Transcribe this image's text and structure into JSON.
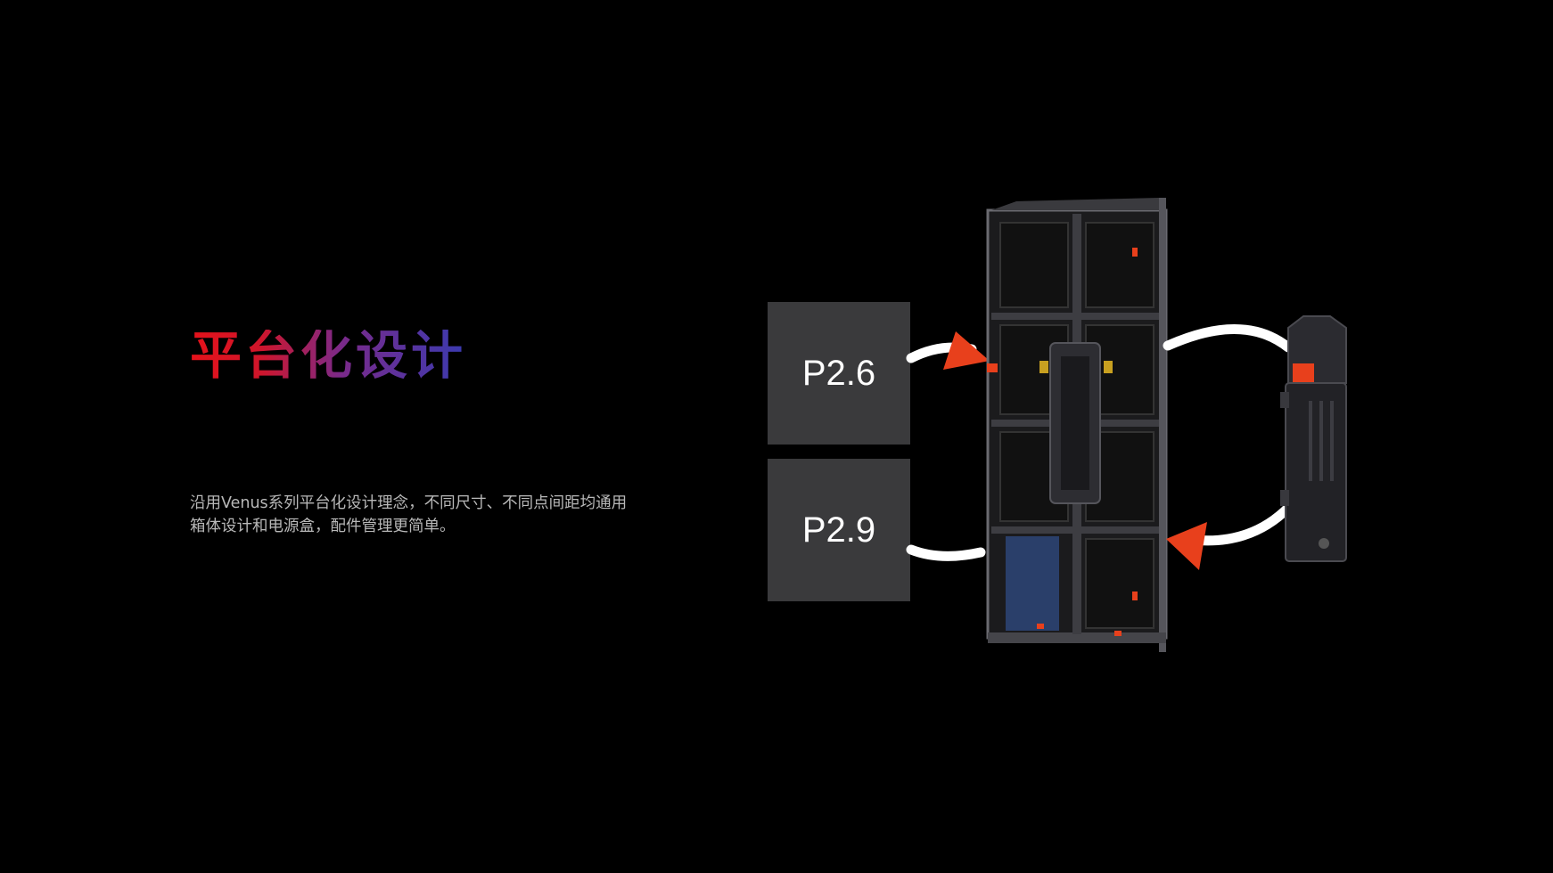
{
  "headline": "平台化设计",
  "description": {
    "line1": "沿用Venus系列平台化设计理念，不同尺寸、不同点间距均通用",
    "line2": "箱体设计和电源盒，配件管理更简单。"
  },
  "modules": [
    {
      "label": "P2.6"
    },
    {
      "label": "P2.9"
    }
  ],
  "colors": {
    "background": "#000000",
    "accent_arrow": "#e8401c",
    "module_box": "#3a3a3c",
    "cabinet_frame": "#1b1b1d"
  },
  "icons": [
    "cabinet-illustration",
    "power-box-illustration",
    "swap-arrow-icon"
  ]
}
